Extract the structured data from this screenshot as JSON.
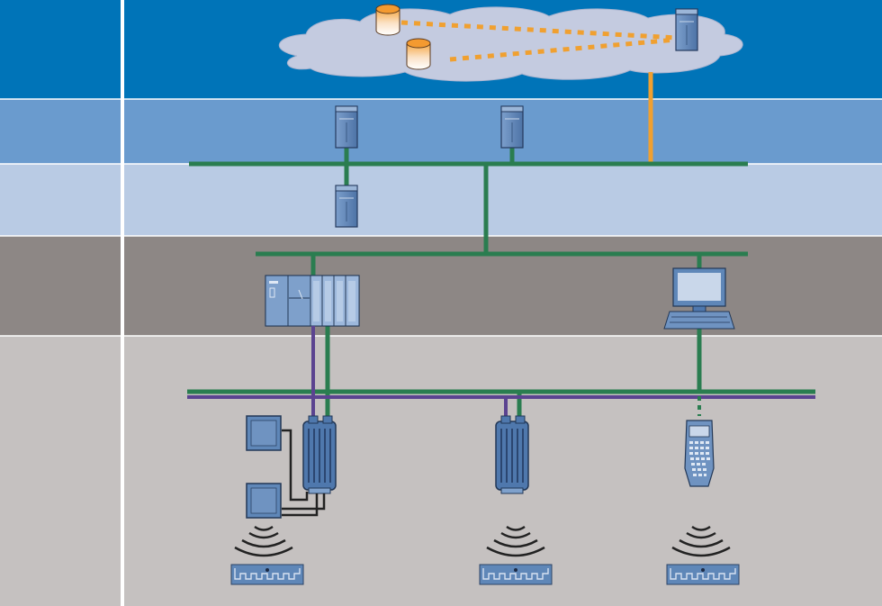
{
  "diagram": {
    "layers": [
      {
        "name": "cloud-layer",
        "color": "#0074b8"
      },
      {
        "name": "enterprise-layer",
        "color": "#6a9bce"
      },
      {
        "name": "plant-layer",
        "color": "#b9cbe4"
      },
      {
        "name": "control-layer",
        "color": "#8d8785"
      },
      {
        "name": "field-layer",
        "color": "#c5c1c0"
      }
    ],
    "colors": {
      "network_green": "#2a7d50",
      "fieldbus_purple": "#5b4390",
      "cloud_link_orange": "#f0a030",
      "device_blue": "#5f87b8",
      "cloud_fill": "#c4cbe0"
    },
    "icons": [
      "cloud-icon",
      "database-icon",
      "server-icon",
      "plc-rack-icon",
      "computer-terminal-icon",
      "rfid-reader-icon",
      "antenna-module-icon",
      "handheld-terminal-icon",
      "wireless-waves-icon",
      "rfid-tag-icon"
    ]
  }
}
